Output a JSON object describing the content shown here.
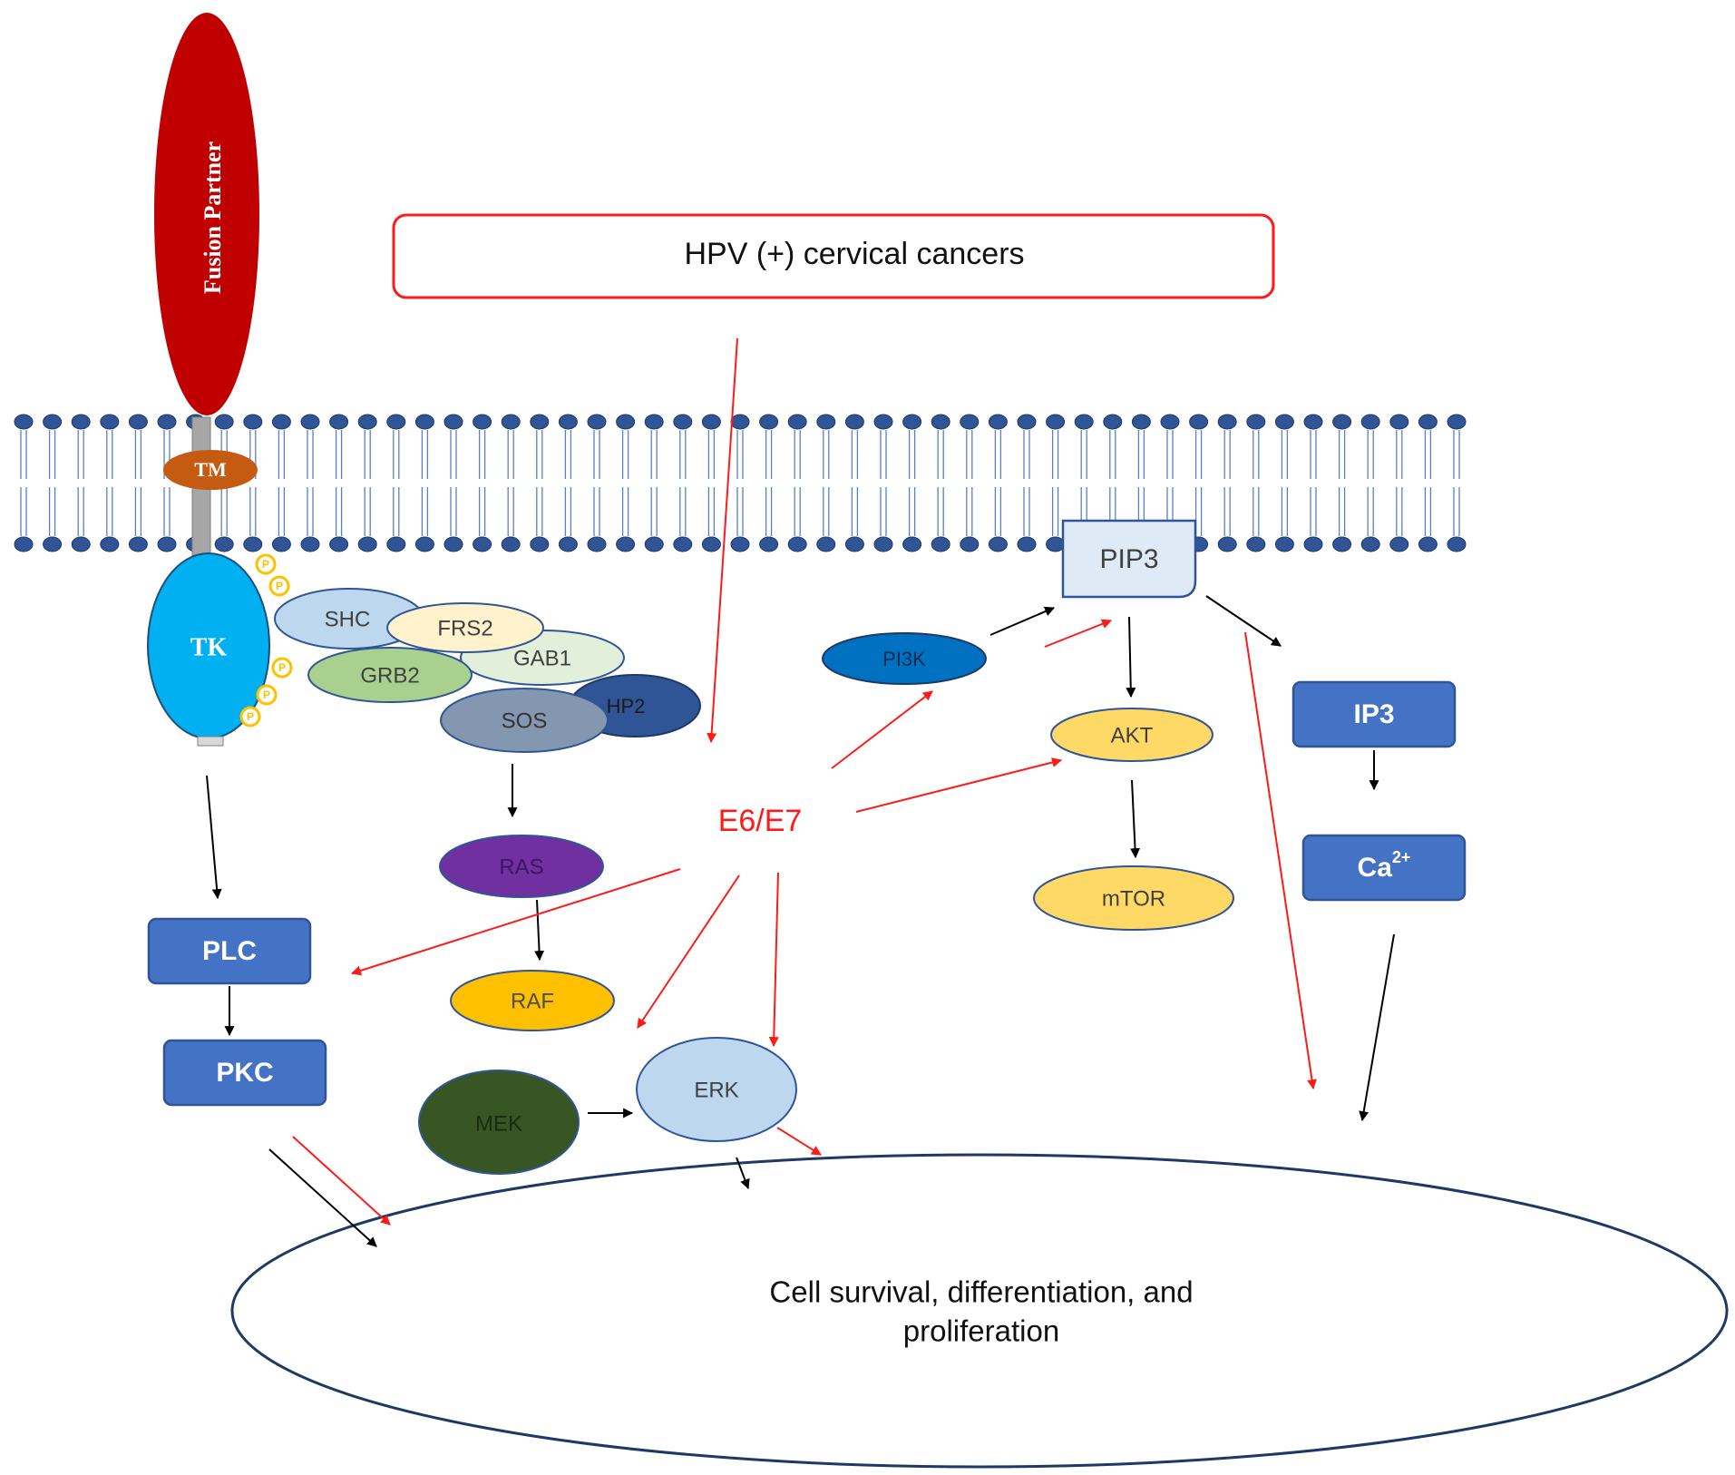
{
  "diagram": {
    "header_box": "HPV (+) cervical cancers",
    "oncoproteins": "E6/E7",
    "outcome": "Cell survival, differentiation, and proliferation",
    "outcome_line1": "Cell survival, differentiation, and",
    "outcome_line2": "proliferation",
    "receptor": {
      "fusion_partner": "Fusion Partner",
      "transmembrane": "TM",
      "kinase": "TK",
      "phospho_mark": "P"
    },
    "adaptors": {
      "shc": "SHC",
      "frs2": "FRS2",
      "gab1": "GAB1",
      "grb2": "GRB2",
      "shp2": "SHP2",
      "shp2_visible": "HP2",
      "sos": "SOS"
    },
    "mapk_pathway": {
      "ras": "RAS",
      "raf": "RAF",
      "mek": "MEK",
      "erk": "ERK"
    },
    "pi3k_pathway": {
      "pip3": "PIP3",
      "pi3k": "PI3K",
      "akt": "AKT",
      "mtor": "mTOR"
    },
    "plc_pathway": {
      "plc": "PLC",
      "pkc": "PKC",
      "ip3": "IP3",
      "ca_base": "Ca",
      "ca_sup": "2+"
    },
    "colors": {
      "red_arrow": "#ff1a1a",
      "fusion_partner": "#c00000",
      "transmembrane": "#c55a11",
      "kinase": "#00b0f0",
      "box_blue": "#4472c4",
      "membrane_head": "#2f5597",
      "akt_mtor": "#ffd966",
      "raf": "#ffc000",
      "ras": "#7030a0",
      "mek": "#375623",
      "pi3k": "#0070c0",
      "phospho": "#ffc000"
    }
  }
}
